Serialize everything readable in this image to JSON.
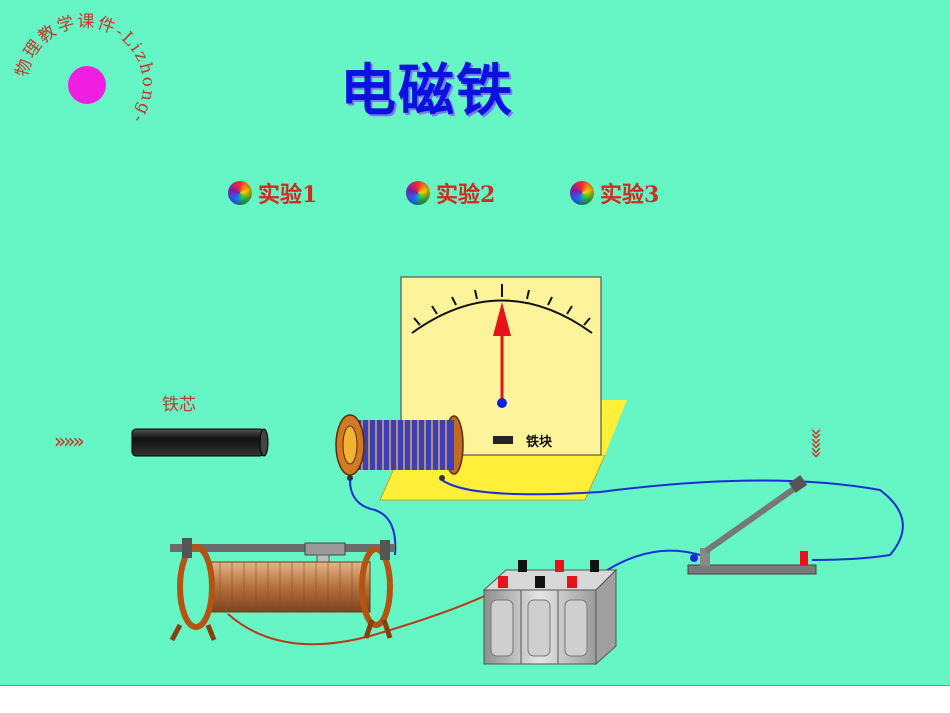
{
  "logo": {
    "ring_text": "物理教学课件-Lizhong-",
    "dot_color": "#f01ee0"
  },
  "title": "电磁铁",
  "experiments": [
    {
      "label": "实验1"
    },
    {
      "label": "实验2"
    },
    {
      "label": "实验3"
    }
  ],
  "scene": {
    "iron_core_label": "铁芯",
    "iron_block_label": "铁块",
    "arrows_right": "»»»",
    "arrows_down": "»»»"
  },
  "colors": {
    "background": "#66f5c4",
    "title": "#0b12e0",
    "button_text": "#d22a1e"
  }
}
